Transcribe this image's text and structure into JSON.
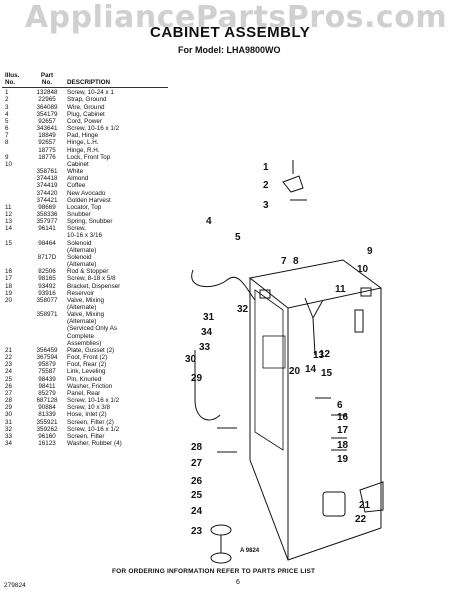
{
  "watermark": "AppliancePartsPros.com",
  "title": "CABINET ASSEMBLY",
  "subtitle": "For Model: LHA9800WO",
  "table": {
    "headers": {
      "illus_top": "Illus.",
      "illus_bottom": "No.",
      "part_top": "Part",
      "part_bottom": "No.",
      "description": "DESCRIPTION"
    },
    "rows": [
      {
        "illus": "1",
        "part": "132848",
        "desc": "Screw, 10-24 x 1"
      },
      {
        "illus": "2",
        "part": "22965",
        "desc": "Strap, Ground"
      },
      {
        "illus": "3",
        "part": "364089",
        "desc": "Wire, Ground"
      },
      {
        "illus": "4",
        "part": "354179",
        "desc": "Plug, Cabinet"
      },
      {
        "illus": "5",
        "part": "92657",
        "desc": "Cord, Power"
      },
      {
        "illus": "6",
        "part": "343641",
        "desc": "Screw, 10-16 x 1/2"
      },
      {
        "illus": "7",
        "part": "18849",
        "desc": "Pad, Hinge"
      },
      {
        "illus": "8",
        "part": "92657",
        "desc": "Hinge, L.H."
      },
      {
        "illus": "",
        "part": "18775",
        "desc": "Hinge, R.H."
      },
      {
        "illus": "9",
        "part": "18776",
        "desc": "Lock, Front Top"
      },
      {
        "illus": "10",
        "part": "",
        "desc": "Cabinet"
      },
      {
        "illus": "",
        "part": "358761",
        "desc": "White"
      },
      {
        "illus": "",
        "part": "374418",
        "desc": "Almond"
      },
      {
        "illus": "",
        "part": "374419",
        "desc": "Coffee"
      },
      {
        "illus": "",
        "part": "374420",
        "desc": "New Avocado"
      },
      {
        "illus": "",
        "part": "374421",
        "desc": "Golden Harvest"
      },
      {
        "illus": "11",
        "part": "98669",
        "desc": "Locator, Top"
      },
      {
        "illus": "12",
        "part": "358336",
        "desc": "Snubber"
      },
      {
        "illus": "13",
        "part": "357977",
        "desc": "Spring, Snubber"
      },
      {
        "illus": "14",
        "part": "96141",
        "desc": "Screw,"
      },
      {
        "illus": "",
        "part": "",
        "desc": "10-16 x 3/16"
      },
      {
        "illus": "15",
        "part": "98464",
        "desc": "Solenoid"
      },
      {
        "illus": "",
        "part": "",
        "desc": "(Alternate)"
      },
      {
        "illus": "",
        "part": "8717D",
        "desc": "Solenoid"
      },
      {
        "illus": "",
        "part": "",
        "desc": "(Alternate)"
      },
      {
        "illus": "16",
        "part": "82506",
        "desc": "Rod & Stopper"
      },
      {
        "illus": "17",
        "part": "98165",
        "desc": "Screw, 8-18 x 5/8"
      },
      {
        "illus": "18",
        "part": "93492",
        "desc": "Bracket, Dispenser"
      },
      {
        "illus": "19",
        "part": "93916",
        "desc": "Reservoir"
      },
      {
        "illus": "20",
        "part": "358077",
        "desc": "Valve, Mixing"
      },
      {
        "illus": "",
        "part": "",
        "desc": "(Alternate)"
      },
      {
        "illus": "",
        "part": "358971",
        "desc": "Valve, Mixing"
      },
      {
        "illus": "",
        "part": "",
        "desc": "(Alternate)"
      },
      {
        "illus": "",
        "part": "",
        "desc": "(Serviced Only As"
      },
      {
        "illus": "",
        "part": "",
        "desc": "Complete"
      },
      {
        "illus": "",
        "part": "",
        "desc": "Assemblies)"
      },
      {
        "illus": "21",
        "part": "356459",
        "desc": "Plate, Gusset (2)"
      },
      {
        "illus": "22",
        "part": "367594",
        "desc": "Foot, Front (2)"
      },
      {
        "illus": "23",
        "part": "95879",
        "desc": "Foot, Rear (2)"
      },
      {
        "illus": "24",
        "part": "75587",
        "desc": "Link, Leveling"
      },
      {
        "illus": "25",
        "part": "98439",
        "desc": "Pin, Knurled"
      },
      {
        "illus": "26",
        "part": "98411",
        "desc": "Washer, Friction"
      },
      {
        "illus": "27",
        "part": "85279",
        "desc": "Panel, Rear"
      },
      {
        "illus": "28",
        "part": "687128",
        "desc": "Screw, 10-16 x 1/2"
      },
      {
        "illus": "29",
        "part": "90884",
        "desc": "Screw, 10 x 3/8"
      },
      {
        "illus": "30",
        "part": "81339",
        "desc": "Hose, Inlet (2)"
      },
      {
        "illus": "31",
        "part": "355921",
        "desc": "Screen, Filter (2)"
      },
      {
        "illus": "32",
        "part": "359262",
        "desc": "Screw, 10-16 x 1/2"
      },
      {
        "illus": "33",
        "part": "96160",
        "desc": "Screen, Filter"
      },
      {
        "illus": "34",
        "part": "16123",
        "desc": "Washer, Rubber (4)"
      }
    ]
  },
  "callouts": {
    "c1": "1",
    "c2": "2",
    "c3": "3",
    "c4": "4",
    "c5": "5",
    "c6": "6",
    "c7": "7",
    "c8": "8",
    "c9": "9",
    "c10": "10",
    "c11": "11",
    "c12": "12",
    "c13": "13",
    "c14": "14",
    "c15": "15",
    "c16": "16",
    "c17": "17",
    "c18": "18",
    "c19": "19",
    "c20": "20",
    "c21": "21",
    "c22": "22",
    "c23": "23",
    "c24": "24",
    "c25": "25",
    "c26": "26",
    "c27": "27",
    "c28": "28",
    "c29": "29",
    "c30": "30",
    "c31": "31",
    "c32": "32",
    "c33": "33",
    "c34": "34"
  },
  "figure_code": "A 9824",
  "footer": "FOR ORDERING INFORMATION REFER TO PARTS PRICE LIST",
  "page_number": "6",
  "publication_number": "279824"
}
